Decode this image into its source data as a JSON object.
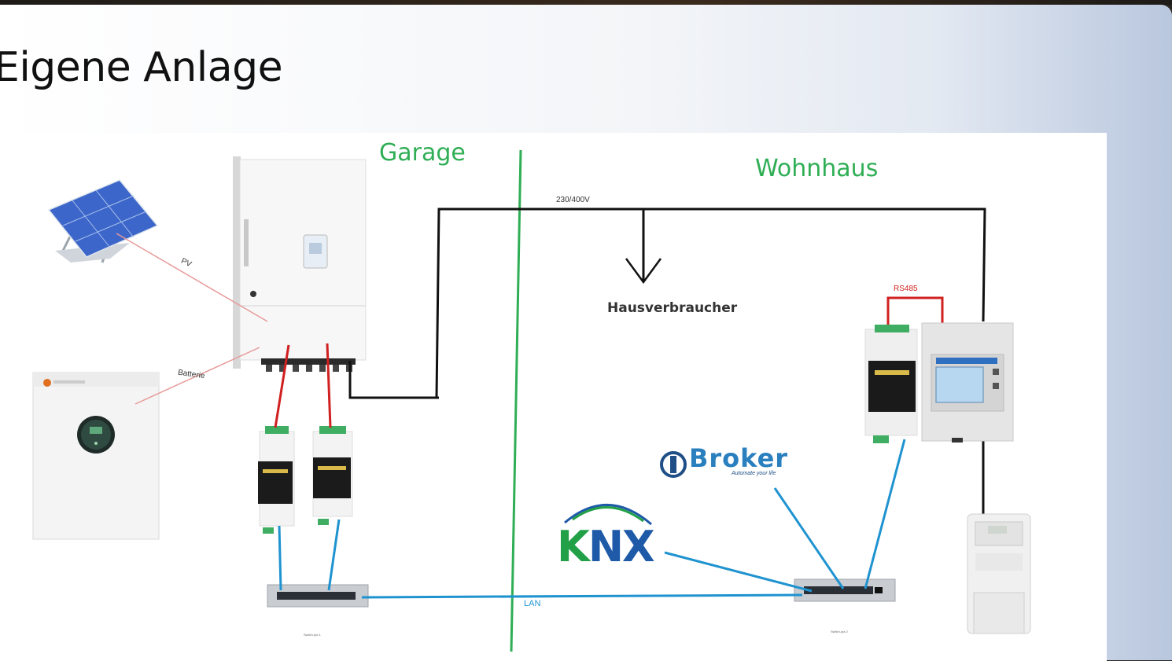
{
  "slide": {
    "title": "Eigene Anlage"
  },
  "diagram": {
    "zones": {
      "garage": "Garage",
      "wohnhaus": "Wohnhaus"
    },
    "labels": {
      "pv": "PV",
      "batterie": "Batterie",
      "voltage": "230/400V",
      "hausverbraucher": "Hausverbraucher",
      "rs485": "RS485",
      "lan": "LAN"
    },
    "logos": {
      "iobroker": "Broker",
      "iobroker_tagline": "Automate your life",
      "knx_k": "K",
      "knx_nx": "NX"
    },
    "switch_captions": {
      "garage": "Switch-ipa 1",
      "wohnhaus": "Switch-ipa 2"
    },
    "colors": {
      "zone_divider": "#2fae55",
      "power_line": "#111111",
      "rs485_line": "#d02020",
      "lan_line": "#1f93d0"
    }
  }
}
